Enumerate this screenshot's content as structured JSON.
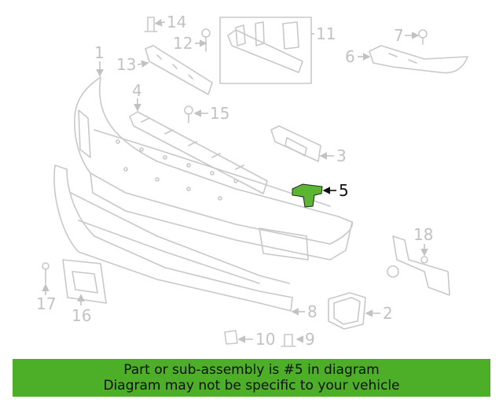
{
  "colors": {
    "highlight_part": "#5cb531",
    "banner_bg": "#4caf27",
    "part_line": "#c8c8c8",
    "callout_gray": "#c2c2c2",
    "callout_highlight": "#111111"
  },
  "highlighted_part": "5",
  "callouts": {
    "c1": "1",
    "c2": "2",
    "c3": "3",
    "c4": "4",
    "c5": "5",
    "c6": "6",
    "c7": "7",
    "c8": "8",
    "c9": "9",
    "c10": "10",
    "c11": "11",
    "c12": "12",
    "c13": "13",
    "c14": "14",
    "c15": "15",
    "c16": "16",
    "c17": "17",
    "c18": "18"
  },
  "banner": {
    "line1": "Part or sub-assembly is #5 in diagram",
    "line2": "Diagram may not be specific to your vehicle"
  }
}
